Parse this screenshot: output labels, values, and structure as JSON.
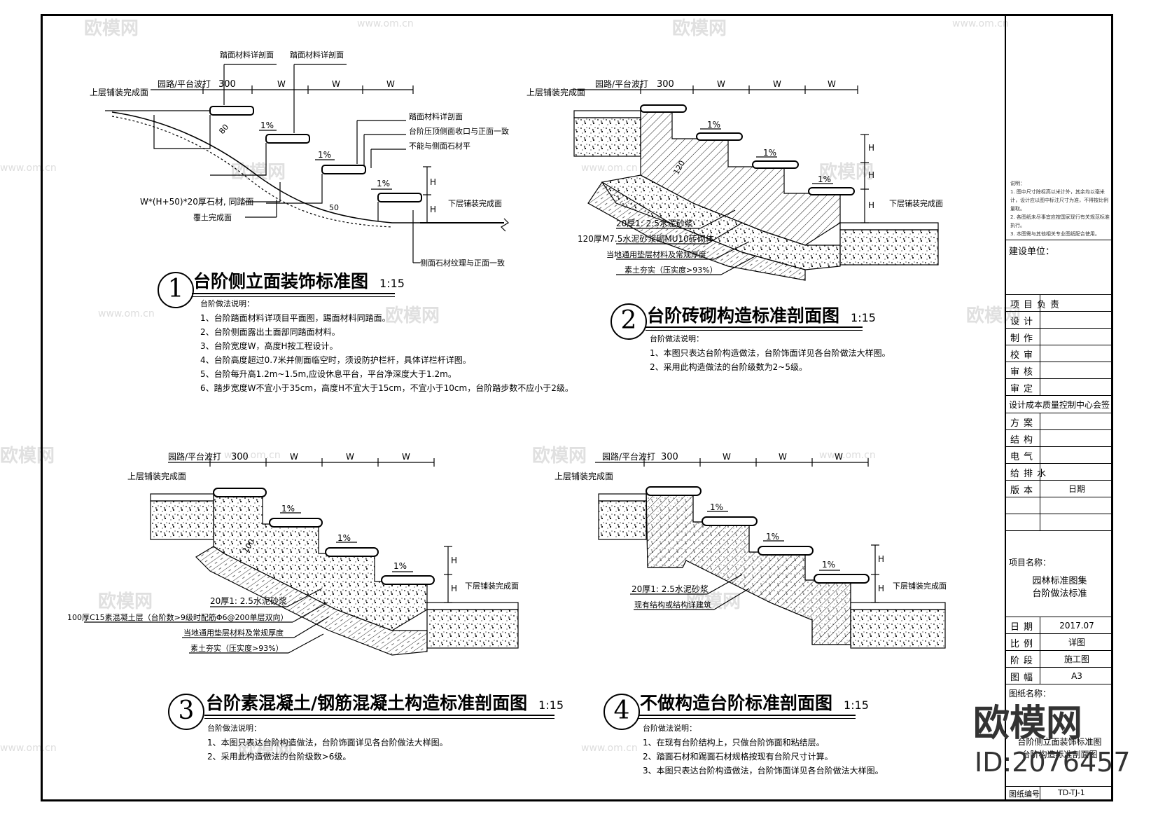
{
  "watermark": {
    "brand": "欧模网",
    "site": "www.om.cn"
  },
  "logo": {
    "brand": "欧模网",
    "id": "ID:2076457"
  },
  "common": {
    "road_platform": "园路/平台波打",
    "upper_finish": "上层铺装完成面",
    "lower_finish": "下层铺装完成面",
    "dim_300": "300",
    "dim_w": "W",
    "dim_h": "H",
    "slope": "1%"
  },
  "d1": {
    "number": "1",
    "title": "台阶侧立面装饰标准图",
    "scale": "1:15",
    "labels": {
      "tread_detail_a": "踏面材料详剖面",
      "tread_detail_b": "踏面材料详剖面",
      "tread_detail_c": "踏面材料详剖面",
      "side_cap": "台阶压顶侧面收口与正面一致",
      "no_overhang": "不能与侧面石材平",
      "stone": "W*(H+50)*20厚石材, 同踏面",
      "soil": "覆土完成面",
      "side_stone": "侧面石材纹理与正面一致",
      "d80": "80",
      "d50": "50"
    },
    "notes_head": "台阶做法说明：",
    "notes": [
      "1、台阶踏面材料详项目平面图，踢面材料同踏面。",
      "2、台阶侧面露出土面部同踏面材料。",
      "3、台阶宽度W，高度H按工程设计。",
      "4、台阶高度超过0.7米并侧面临空时，须设防护栏杆，具体详栏杆详图。",
      "5、台阶每升高1.2m~1.5m,应设休息平台，平台净深度大于1.2m。",
      "6、踏步宽度W不宜小于35cm，高度H不宜大于15cm，不宜小于10cm，台阶踏步数不应小于2级。"
    ]
  },
  "d2": {
    "number": "2",
    "title": "台阶砖砌构造标准剖面图",
    "scale": "1:15",
    "labels": {
      "mortar": "20厚1: 2.5水泥砂浆",
      "brick": "120厚M7.5水泥砂浆砌MU10砖砌体",
      "base": "当地通用垫层材料及常规厚度",
      "soil": "素土夯实（压实度>93%）",
      "d120": "120"
    },
    "notes_head": "台阶做法说明：",
    "notes": [
      "1、本图只表达台阶构造做法，台阶饰面详见各台阶做法大样图。",
      "2、采用此构造做法的台阶级数为2~5级。"
    ]
  },
  "d3": {
    "number": "3",
    "title": "台阶素混凝土/钢筋混凝土构造标准剖面图",
    "scale": "1:15",
    "labels": {
      "mortar": "20厚1: 2.5水泥砂浆",
      "concrete": "100厚C15素混凝土层（台阶数>9级时配筋Φ6@200单层双向）",
      "base": "当地通用垫层材料及常规厚度",
      "soil": "素土夯实（压实度>93%）",
      "d100": "100"
    },
    "notes_head": "台阶做法说明：",
    "notes": [
      "1、本图只表达台阶构造做法，台阶饰面详见各台阶做法大样图。",
      "2、采用此构造做法的台阶级数>6级。"
    ]
  },
  "d4": {
    "number": "4",
    "title": "不做构造台阶标准剖面图",
    "scale": "1:15",
    "labels": {
      "mortar": "20厚1: 2.5水泥砂浆",
      "existing": "现有结构或结构详建筑"
    },
    "notes_head": "台阶做法说明：",
    "notes": [
      "1、在现有台阶结构上，只做台阶饰面和粘结层。",
      "2、踏面石材和踢面石材规格按现有台阶尺寸计算。",
      "3、本图只表达台阶构造做法，台阶饰面详见各台阶做法大样图。"
    ]
  },
  "titleblock": {
    "notes_label": "说明：",
    "notes": [
      "1. 图中尺寸除标高以米计外，其余均以毫米计，设计应以图中标注尺寸为准，不得按比例量取。",
      "2. 各图纸未尽事宜应按国家现行有关规范标准执行。",
      "3. 本图需与其他相关专业图纸配合使用。"
    ],
    "client_label": "建设单位：",
    "rows": [
      {
        "label": "项目负责",
        "value": ""
      },
      {
        "label": "设计",
        "value": ""
      },
      {
        "label": "制作",
        "value": ""
      },
      {
        "label": "校审",
        "value": ""
      },
      {
        "label": "审核",
        "value": ""
      },
      {
        "label": "审定",
        "value": ""
      }
    ],
    "countersign": "设计成本质量控制中心会签",
    "rows2": [
      {
        "label": "方案",
        "value": ""
      },
      {
        "label": "结构",
        "value": ""
      },
      {
        "label": "电气",
        "value": ""
      },
      {
        "label": "给排水",
        "value": ""
      },
      {
        "label": "版本",
        "value": "日期"
      }
    ],
    "project_label": "项目名称：",
    "project_name_1": "园林标准图集",
    "project_name_2": "台阶做法标准",
    "rows3": [
      {
        "label": "日期",
        "value": "2017.07"
      },
      {
        "label": "比例",
        "value": "详图"
      },
      {
        "label": "阶段",
        "value": "施工图"
      },
      {
        "label": "图幅",
        "value": "A3"
      }
    ],
    "drawing_label": "图纸名称：",
    "drawing_name_1": "台阶侧立面装饰标准图",
    "drawing_name_2": "台阶构造标准剖面图",
    "number_label": "图纸编号",
    "number_value": "TD-TJ-1"
  }
}
